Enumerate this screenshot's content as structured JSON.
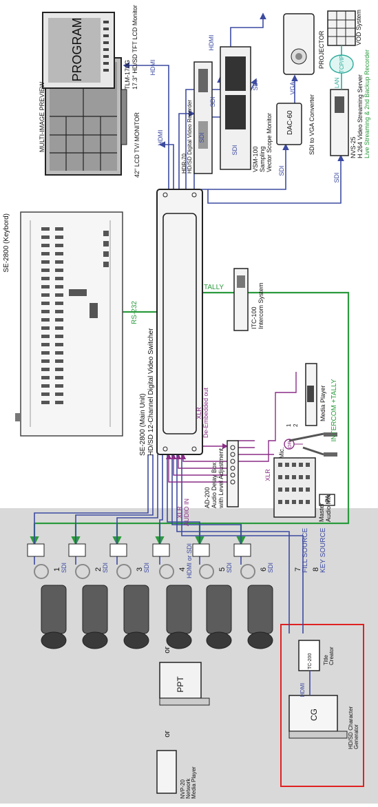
{
  "devices": {
    "keyboard": "SE-2800 (Keybord)",
    "main_unit_line1": "SE-2800 (Main Unit)",
    "main_unit_line2": "HD/SD 12-Channel Digital Video Switcher",
    "multi_image_preview": "MULTI-IMAGE PREVIEW",
    "lcd_monitor": "42\"  LCD TV/ MONITOR",
    "program": "PROGRAM",
    "tlm_line1": "TLM-170G",
    "tlm_line2": "17.3\"  HD/SD TFT LCD Monitor",
    "hdr_line1": "HDR-70",
    "hdr_line2": "HD/SD Digital Video Recorder",
    "vsm_line1": "VSM-100",
    "vsm_line2": "Sampling",
    "vsm_line3": "Vector Scope Monitor",
    "dac_box": "DAC-60",
    "dac_label": "SDI to VGA Converter",
    "projector": "PROJECTOR",
    "nvs_line1": "NVS-25",
    "nvs_line2": "H.264 Video Streaming Server",
    "nvs_line3": "Live Streaming & 2nd Backup Recorder",
    "vod": "VOD System",
    "lan": "LAN",
    "tcpip": "TCP/IP",
    "itc_line1": "ITC-100",
    "itc_line2": "Intercom System",
    "ad_line1": "AD-200",
    "ad_line2": "Audio Delay Box",
    "ad_line3": "with Level Adjustment",
    "media_player": "Media Player",
    "mic": "Mic.",
    "or": "OR",
    "audio_mix_line1": "Master",
    "audio_mix_line2": "Audio Mix",
    "pa": "PA",
    "ppt": "PPT",
    "or_label": "or",
    "nmp_line1": "NVP-20",
    "nmp_line2": "Network",
    "nmp_line3": "Media Player",
    "cg": "CG",
    "cg_line1": "HD/SD Character",
    "cg_line2": "Generator",
    "tc": "TC-200",
    "title_line1": "Title",
    "title_line2": "Creator"
  },
  "signals": {
    "rs232": "RS-232",
    "tally": "TALLY",
    "intercom_tally": "INTERCOM +TALLY",
    "hdmi": "HDMI",
    "sdi": "SDI",
    "vga": "VGA",
    "xlr": "XLR",
    "audio_in": "AUDIO IN",
    "de_embedded": "De-Embedded out",
    "hdmi_or_sdi": "HDMI or SDI",
    "fill_source": "FILL SOURCE",
    "key_source": "KEY SOURCE"
  },
  "inputs": [
    "1",
    "2",
    "3",
    "4",
    "5",
    "6",
    "7",
    "8"
  ],
  "mic_nums": [
    "1",
    "2"
  ],
  "colors": {
    "video": "#3c4aa0",
    "audio": "#8a2c86",
    "control": "#2a9a3c",
    "nvs_note": "#2a9a3c",
    "camera_zone": "#d9d9d9",
    "cg_zone_border": "#e02020"
  }
}
